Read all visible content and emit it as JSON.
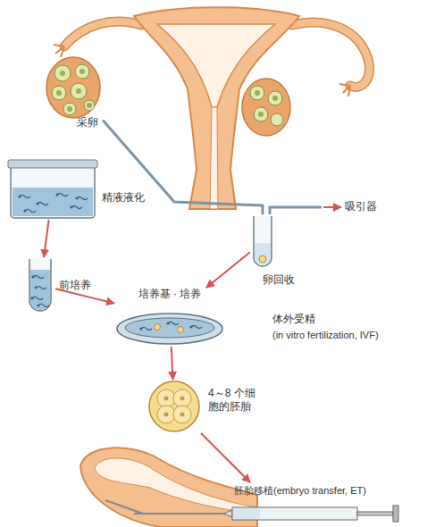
{
  "diagram": {
    "nodes": [
      {
        "text": [
          "采卵"
        ]
      },
      {
        "text": [
          "精液液化"
        ]
      },
      {
        "text": [
          "卵回收"
        ]
      },
      {
        "text": [
          "前培养"
        ]
      },
      {
        "text": [
          "培养基 · 培养"
        ]
      },
      {
        "text": [
          "4～8 个细胞的胚胎"
        ]
      },
      {
        "text": [
          "胚胎移植(embryo transfer, ET)"
        ]
      }
    ],
    "edges": [
      {
        "from": 0,
        "to": 2,
        "arrow": "none"
      },
      {
        "from": 1,
        "to": 3,
        "arrow": "to"
      },
      {
        "from": 3,
        "to": 4,
        "arrow": "to"
      },
      {
        "from": 2,
        "to": 4,
        "arrow": "to"
      },
      {
        "from": 4,
        "to": 5,
        "arrow": "to"
      },
      {
        "from": 5,
        "to": 6,
        "arrow": "to"
      }
    ],
    "labels": [
      "吸引器",
      "体外受精",
      "(in vitro fertilization, IVF)"
    ]
  }
}
